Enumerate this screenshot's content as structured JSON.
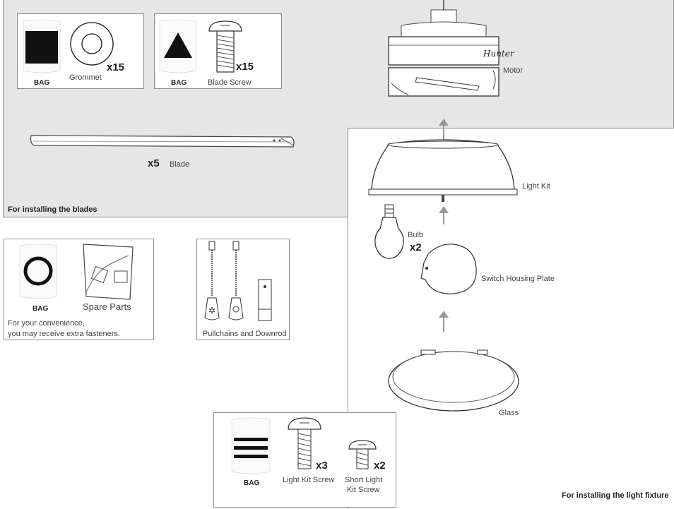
{
  "blades_section": {
    "caption": "For installing the blades",
    "grommet": {
      "bag_label": "BAG",
      "name": "Grommet",
      "qty": "x15"
    },
    "blade_screw": {
      "bag_label": "BAG",
      "name": "Blade Screw",
      "qty": "x15"
    },
    "blade": {
      "name": "Blade",
      "qty": "x5"
    }
  },
  "motor": {
    "name": "Motor"
  },
  "light_fixture_section": {
    "caption": "For installing the light fixture",
    "light_kit": "Light Kit",
    "bulb": {
      "name": "Bulb",
      "qty": "x2"
    },
    "switch_housing_plate": "Switch Housing Plate",
    "glass": "Glass"
  },
  "spare_parts": {
    "bag_label": "BAG",
    "name": "Spare Parts",
    "note_line1": "For your convenience,",
    "note_line2": "you may receive extra fasteners."
  },
  "pullchains": {
    "name": "Pullchains and Downrod"
  },
  "light_screws": {
    "bag_label": "BAG",
    "light_kit_screw": {
      "name": "Light Kit Screw",
      "qty": "x3"
    },
    "short_light_kit_screw": {
      "name_line1": "Short Light",
      "name_line2": "Kit Screw",
      "qty": "x2"
    }
  },
  "logo_text": "Hunter"
}
